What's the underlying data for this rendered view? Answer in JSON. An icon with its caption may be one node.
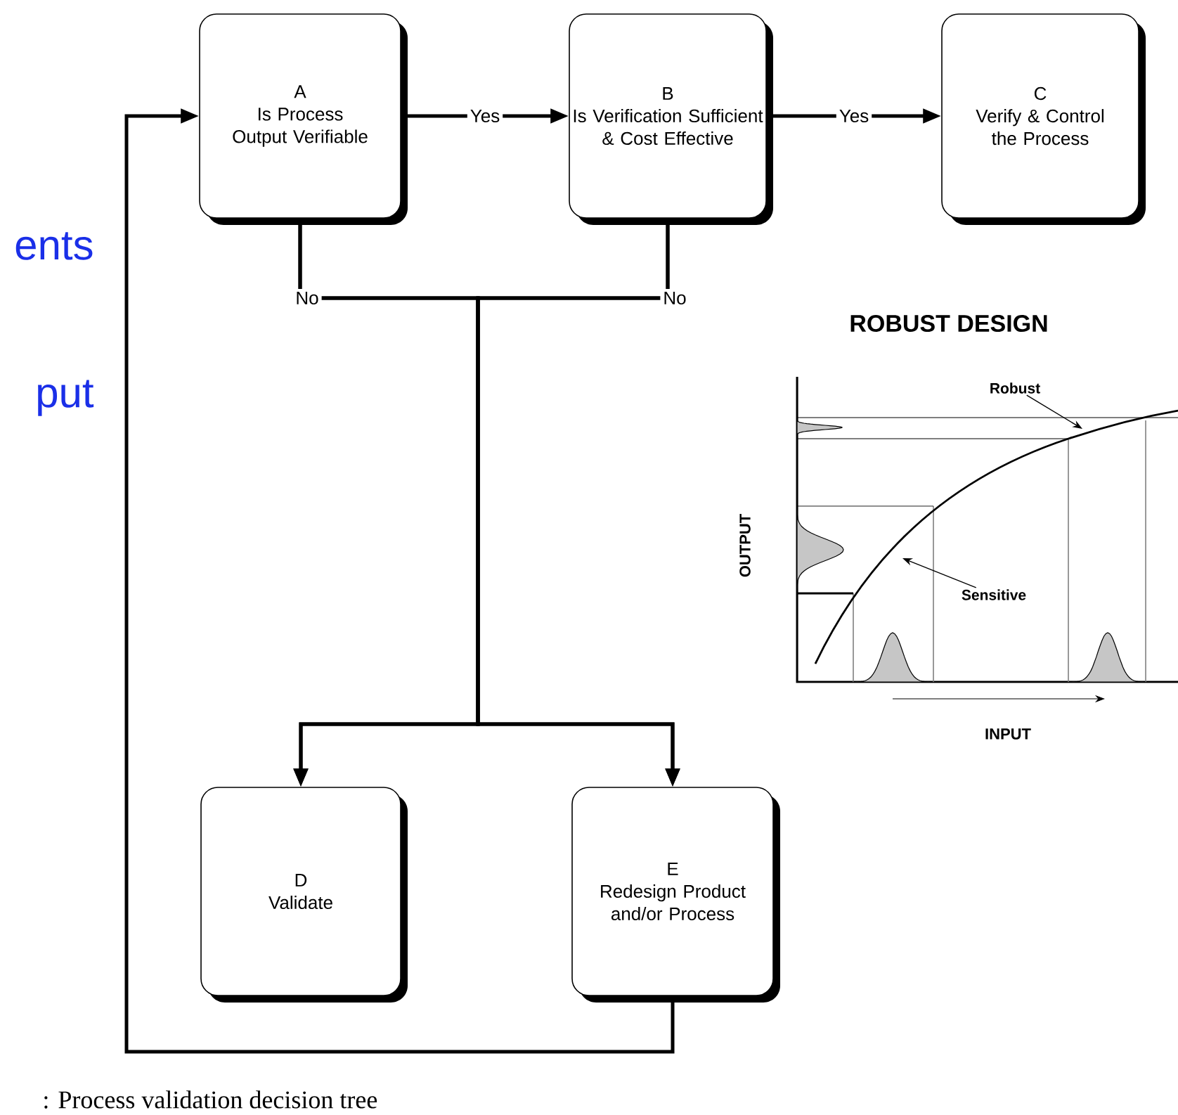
{
  "diagram": {
    "caption": ": Process validation decision tree",
    "nodes": [
      {
        "text": [
          "A",
          "Is Process Output Verifiable"
        ]
      },
      {
        "text": [
          "B",
          "Is Verification Sufficient & Cost Effective"
        ]
      },
      {
        "text": [
          "C",
          "Verify & Control the Process"
        ]
      },
      {
        "text": [
          "D",
          "Validate"
        ]
      },
      {
        "text": [
          "E",
          "Redesign Product and/or Process"
        ]
      },
      {
        "text": [
          "Robust"
        ]
      },
      {
        "text": [
          "Sensitive"
        ]
      }
    ],
    "edges": [
      {
        "from": 0,
        "to": 1,
        "arrow": "to",
        "label": "Yes"
      },
      {
        "from": 1,
        "to": 2,
        "arrow": "to",
        "label": "Yes"
      },
      {
        "from": 0,
        "to": 3,
        "arrow": "to",
        "label": "No"
      },
      {
        "from": 0,
        "to": 4,
        "arrow": "to"
      },
      {
        "from": 1,
        "to": 3,
        "arrow": "to"
      },
      {
        "from": 1,
        "to": 4,
        "arrow": "to",
        "label": "No"
      },
      {
        "from": 4,
        "to": 0,
        "arrow": "to"
      },
      {
        "from": 5,
        "to": null,
        "arrow": "to"
      },
      {
        "from": 6,
        "to": null,
        "arrow": "to"
      }
    ],
    "labels": [
      "ents",
      "put",
      "ROBUST DESIGN",
      "OUTPUT",
      "INPUT"
    ]
  }
}
